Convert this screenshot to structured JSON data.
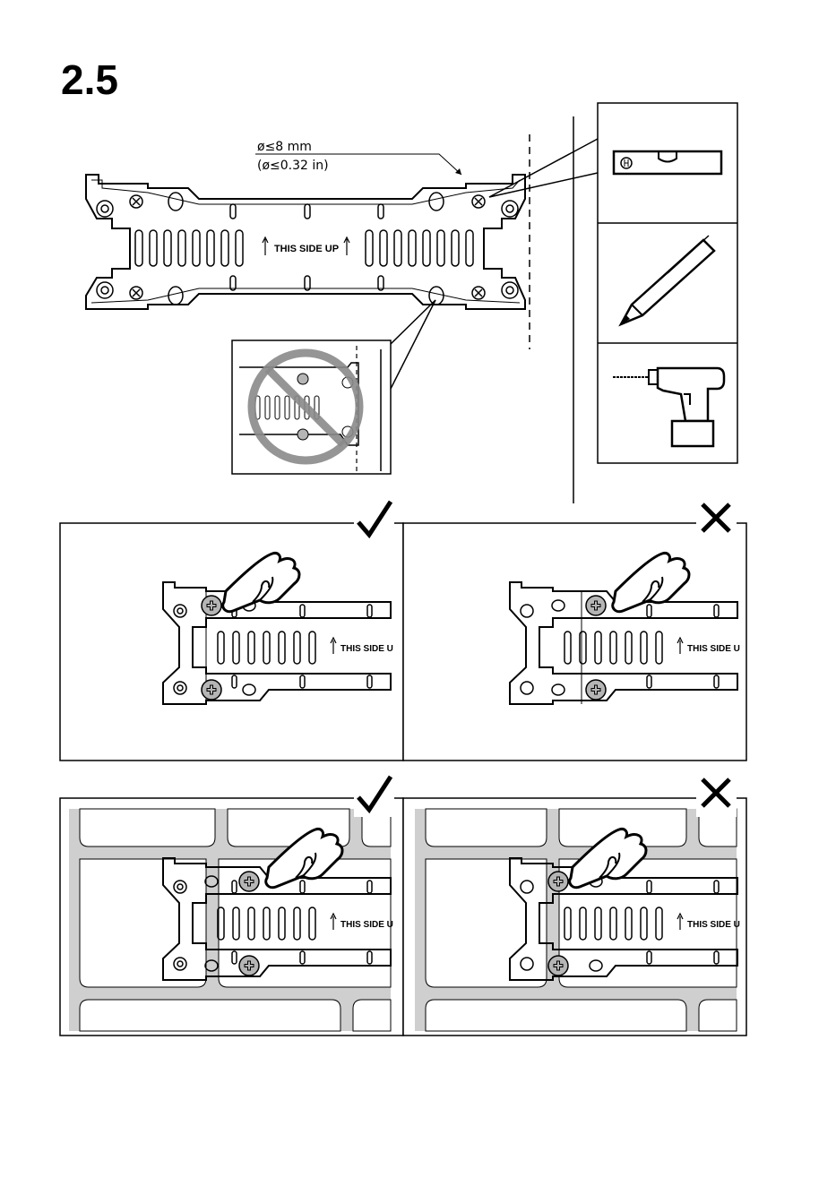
{
  "page": {
    "step_number": "2.5"
  },
  "hole_spec": {
    "metric": "ø≤8 mm",
    "imperial": "(ø≤0.32 in)"
  },
  "plate": {
    "label": "THIS SIDE UP",
    "label_cropped": "THIS SIDE U"
  },
  "tools": [
    {
      "icon": "spirit-level-icon"
    },
    {
      "icon": "pencil-icon"
    },
    {
      "icon": "drill-icon"
    }
  ],
  "examples": [
    {
      "verdict": "correct",
      "icon": "checkmark-icon"
    },
    {
      "verdict": "incorrect",
      "icon": "cross-icon"
    },
    {
      "verdict": "correct",
      "icon": "checkmark-icon"
    },
    {
      "verdict": "incorrect",
      "icon": "cross-icon"
    }
  ],
  "colors": {
    "prohibited": "#8a8a8a",
    "screw": "#b5b5b5",
    "wall_joint": "#cfcfcf"
  }
}
